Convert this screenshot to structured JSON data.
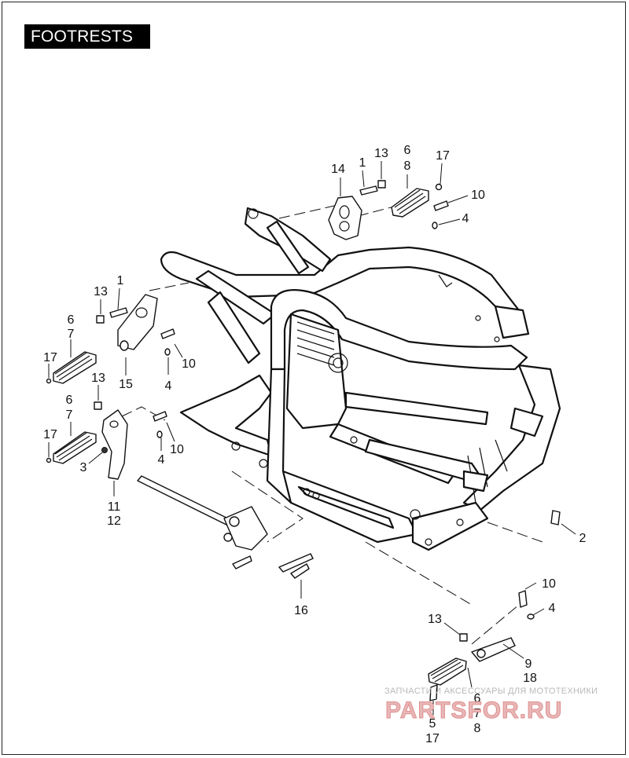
{
  "header": {
    "title": "FOOTRESTS"
  },
  "callouts": {
    "c14": "14",
    "c1a": "1",
    "c13a": "13",
    "c6a": "6",
    "c8a": "8",
    "c17a": "17",
    "c10a": "10",
    "c4a": "4",
    "c13b": "13",
    "c1b": "1",
    "c6b": "6",
    "c7b": "7",
    "c17b": "17",
    "c10b": "10",
    "c4b": "4",
    "c15": "15",
    "c13c": "13",
    "c6c": "6",
    "c7c": "7",
    "c17c": "17",
    "c3": "3",
    "c4c": "4",
    "c10c": "10",
    "c11": "11",
    "c12": "12",
    "c16": "16",
    "c2": "2",
    "c10d": "10",
    "c4d": "4",
    "c13d": "13",
    "c9": "9",
    "c18": "18",
    "c6d": "6",
    "c7d": "7",
    "c8d": "8",
    "c5": "5",
    "c17d": "17"
  },
  "watermark": {
    "line1": "ЗАПЧАСТИ И АКСЕССУАРЫ ДЛЯ МОТОТЕХНИКИ",
    "line2": "PARTSFOR.RU"
  }
}
